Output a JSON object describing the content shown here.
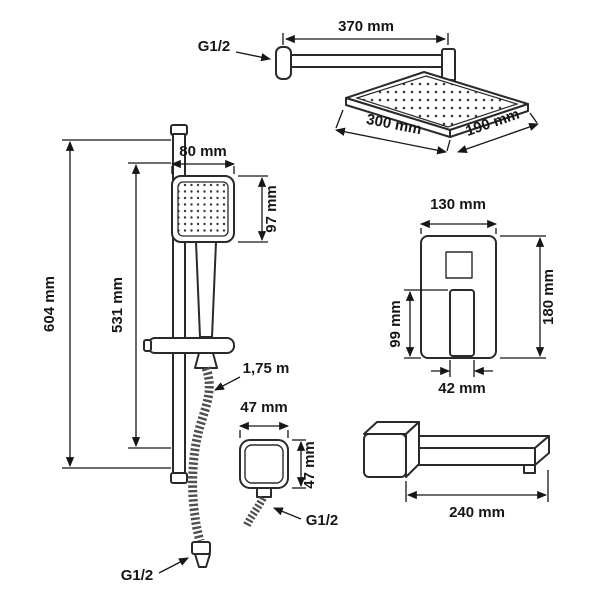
{
  "colors": {
    "line": "#2a2a2a",
    "text": "#161616",
    "background": "#ffffff"
  },
  "dims": {
    "arm_length": "370 mm",
    "arm_thread": "G1/2",
    "head_width": "300 mm",
    "head_depth": "190 mm",
    "rail_total_height": "604 mm",
    "rail_bar_length": "531 mm",
    "hand_shower_width": "80 mm",
    "hand_shower_height": "97 mm",
    "hose_length": "1,75 m",
    "hose_thread": "G1/2",
    "outlet_width": "47 mm",
    "outlet_height": "47 mm",
    "outlet_thread": "G1/2",
    "mixer_width": "130 mm",
    "mixer_height": "180 mm",
    "mixer_handle_length": "99 mm",
    "mixer_handle_width": "42 mm",
    "spout_length": "240 mm"
  }
}
